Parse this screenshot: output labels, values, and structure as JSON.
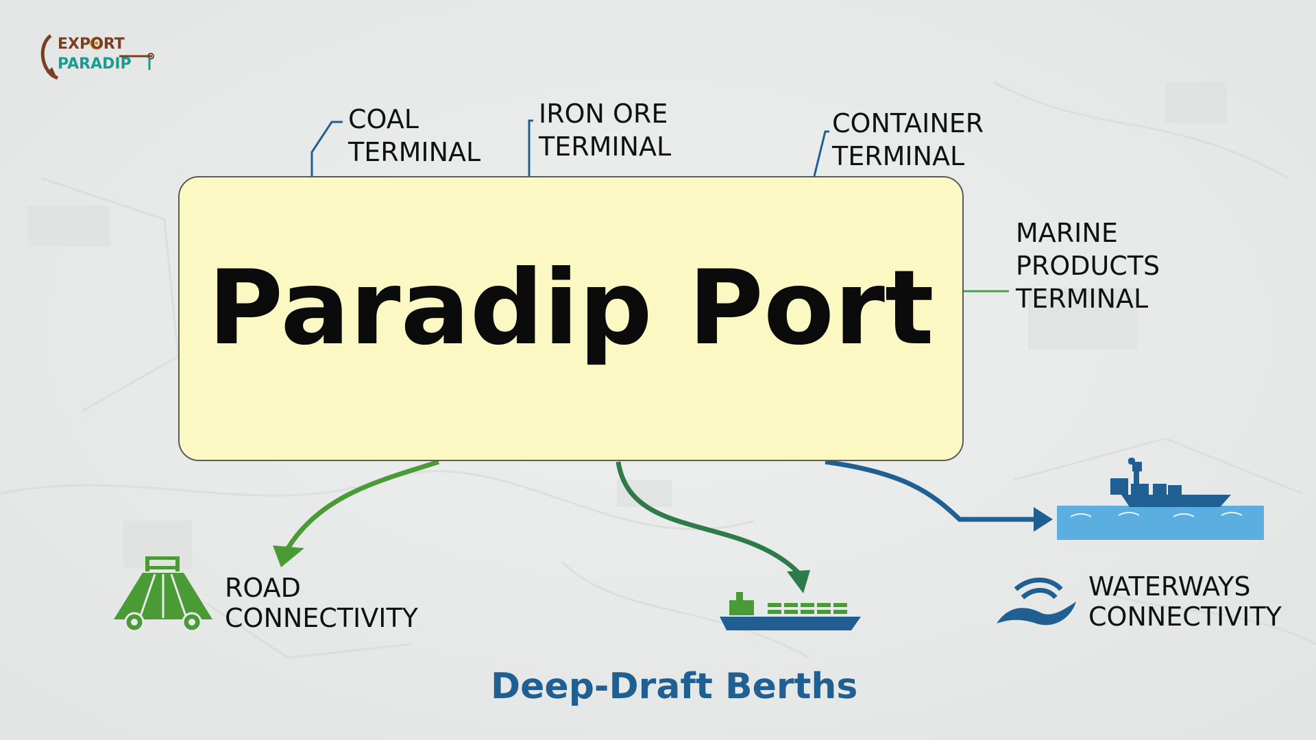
{
  "logo": {
    "line1": "EXPORT",
    "line2": "PARADIP"
  },
  "main": {
    "title": "Paradip Port",
    "box_color": "#fcf8c4"
  },
  "terminals": [
    {
      "label": "COAL\nTERMINAL"
    },
    {
      "label": "IRON ORE\nTERMINAL"
    },
    {
      "label": "CONTAINER\nTERMINAL"
    },
    {
      "label": "MARINE\nPRODUCTS\nTERMINAL"
    }
  ],
  "connectivity": {
    "road": "ROAD\nCONNECTIVITY",
    "waterways": "WATERWAYS\nCONNECTIVITY",
    "berths": "Deep-Draft Berths"
  },
  "colors": {
    "green_arrow": "#4a9a36",
    "dark_green_arrow": "#2f7a4a",
    "blue_arrow": "#1f5f91",
    "terminal_line": "#1f5f91",
    "marine_line": "#4aa04a",
    "water": "#5aaee0"
  },
  "icons": {
    "logo": "anchor-ship-wheel-icon",
    "road": "road-vehicle-icon",
    "berth": "container-ship-icon",
    "waterways": "waves-icon",
    "sea": "ship-at-sea-icon"
  }
}
